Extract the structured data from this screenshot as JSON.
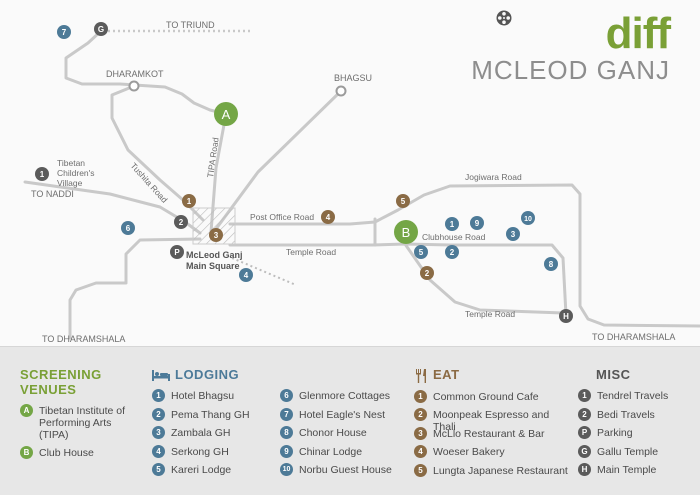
{
  "brand": {
    "logo_text": "diff",
    "title": "MCLEOD GANJ"
  },
  "colors": {
    "green": "#74a646",
    "blue": "#4d7a97",
    "brown": "#8a6b45",
    "grey": "#5b5b5b",
    "road": "#c9c9c9"
  },
  "map": {
    "places": {
      "to_triund": "TO TRIUND",
      "dharamkot": "DHARAMKOT",
      "bhagsu": "BHAGSU",
      "tibetan_village": [
        "Tibetan",
        "Children's",
        "Village"
      ],
      "to_naddi": "TO NADDI",
      "to_dharamshala_left": "TO DHARAMSHALA",
      "to_dharamshala_right": "TO DHARAMSHALA",
      "main_square": [
        "McLeod Ganj",
        "Main Square"
      ]
    },
    "roads": {
      "tushita": "Tushita Road",
      "tipa": "TIPA Road",
      "post_office": "Post Office Road",
      "temple_west": "Temple Road",
      "jogiwara": "Jogiwara Road",
      "clubhouse": "Clubhouse Road",
      "temple_south": "Temple Road"
    },
    "venue_markers": [
      "A",
      "B"
    ],
    "markers": {
      "g": "G",
      "seven_blue": "7",
      "one_grey": "1",
      "one_brown": "1",
      "two_grey": "2",
      "three_brown": "3",
      "six_blue": "6",
      "p": "P",
      "four_blue": "4",
      "four_brown": "4",
      "five_brown": "5",
      "one_blue": "1",
      "nine_blue": "9",
      "ten_blue": "10",
      "three_blue": "3",
      "five_blue": "5",
      "two_blue": "2",
      "two_brown": "2",
      "eight_blue": "8",
      "h": "H"
    }
  },
  "legend": {
    "screening": {
      "title": "SCREENING VENUES",
      "items": [
        {
          "key": "A",
          "label": "Tibetan Institute of Performing Arts (TIPA)"
        },
        {
          "key": "B",
          "label": "Club House"
        }
      ]
    },
    "lodging": {
      "title": "LODGING",
      "items": [
        {
          "key": "1",
          "label": "Hotel Bhagsu"
        },
        {
          "key": "2",
          "label": "Pema Thang GH"
        },
        {
          "key": "3",
          "label": "Zambala GH"
        },
        {
          "key": "4",
          "label": "Serkong GH"
        },
        {
          "key": "5",
          "label": "Kareri Lodge"
        },
        {
          "key": "6",
          "label": "Glenmore Cottages"
        },
        {
          "key": "7",
          "label": "Hotel Eagle's Nest"
        },
        {
          "key": "8",
          "label": "Chonor House"
        },
        {
          "key": "9",
          "label": "Chinar Lodge"
        },
        {
          "key": "10",
          "label": "Norbu Guest House"
        }
      ]
    },
    "eat": {
      "title": "EAT",
      "items": [
        {
          "key": "1",
          "label": "Common Ground Cafe"
        },
        {
          "key": "2",
          "label": "Moonpeak Espresso and Thali"
        },
        {
          "key": "3",
          "label": "McLlo Restaurant & Bar"
        },
        {
          "key": "4",
          "label": "Woeser Bakery"
        },
        {
          "key": "5",
          "label": "Lungta Japanese Restaurant"
        }
      ]
    },
    "misc": {
      "title": "MISC",
      "items": [
        {
          "key": "1",
          "label": "Tendrel Travels"
        },
        {
          "key": "2",
          "label": "Bedi Travels"
        },
        {
          "key": "P",
          "label": "Parking"
        },
        {
          "key": "G",
          "label": "Gallu Temple"
        },
        {
          "key": "H",
          "label": "Main Temple"
        }
      ]
    }
  }
}
